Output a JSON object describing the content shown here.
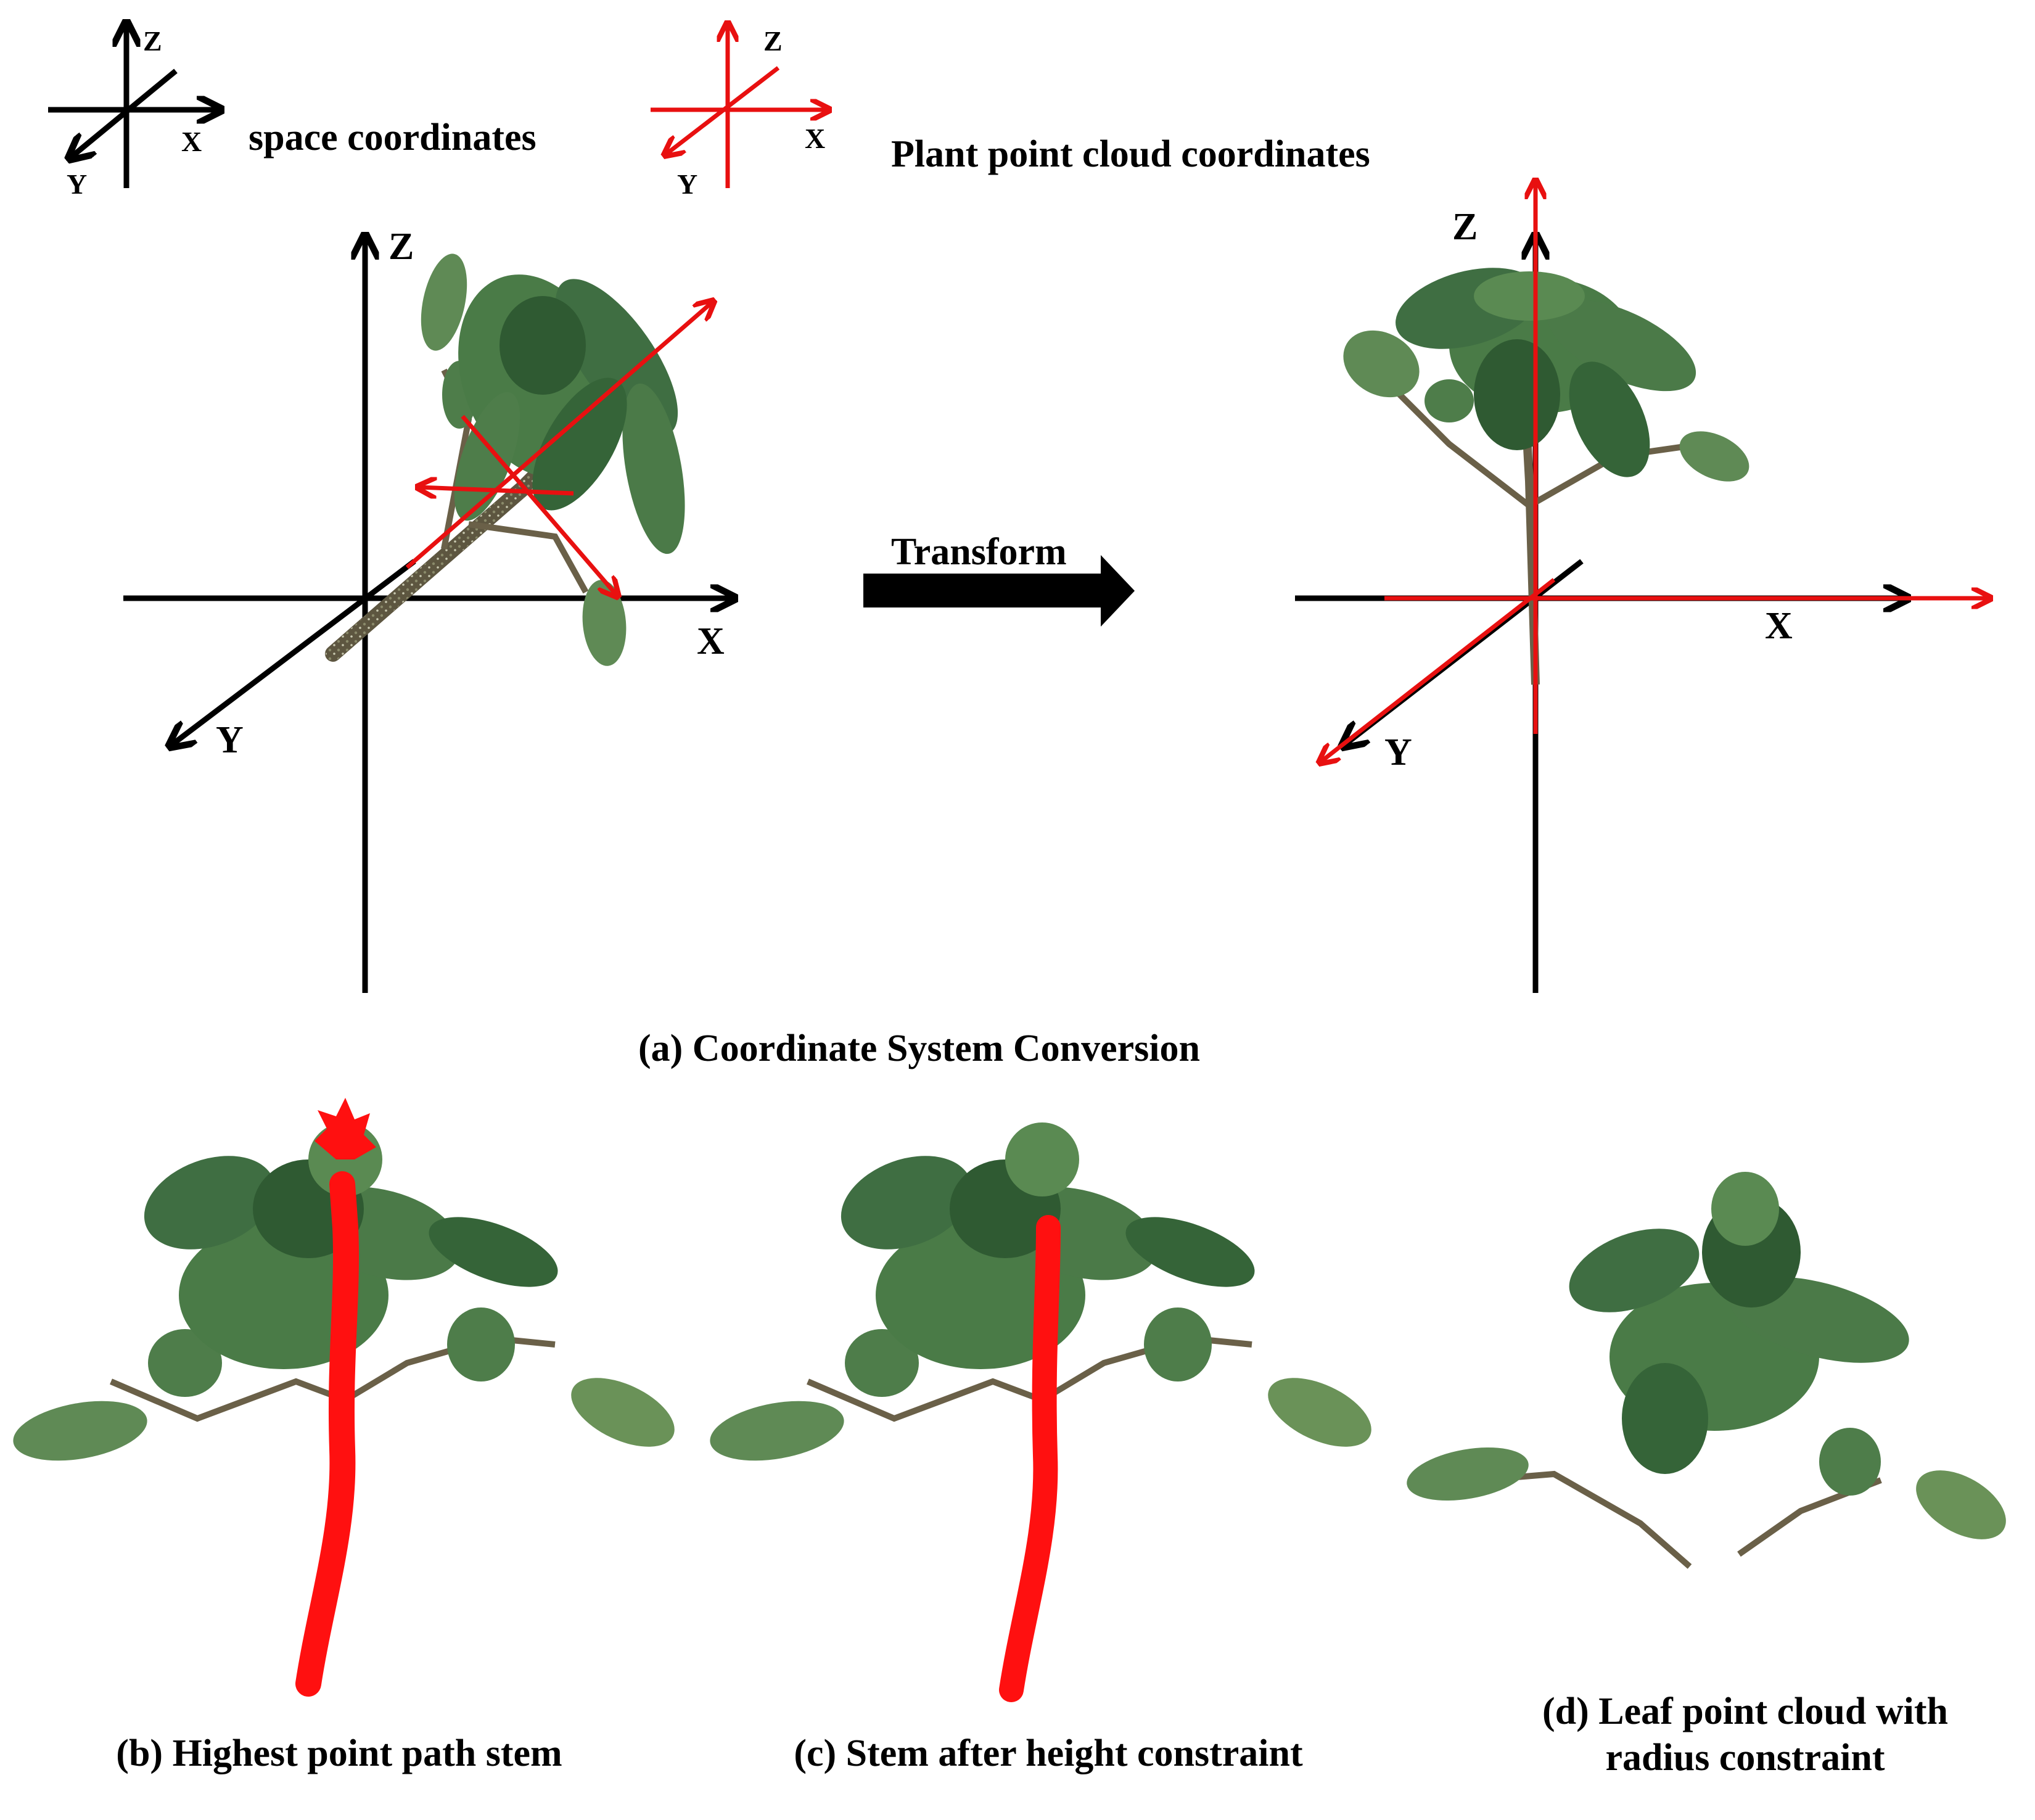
{
  "legend": {
    "space_label": "space coordinates",
    "plant_label": "Plant point cloud coordinates",
    "x": "X",
    "y": "Y",
    "z": "Z"
  },
  "panel_a": {
    "x": "X",
    "y": "Y",
    "z": "Z",
    "transform_label": "Transform",
    "caption": "(a) Coordinate System Conversion"
  },
  "panel_b": {
    "caption": "(b) Highest point path stem"
  },
  "panel_c": {
    "caption": "(c) Stem after height constraint"
  },
  "panel_d": {
    "caption_line1": "(d) Leaf point cloud with",
    "caption_line2": "radius constraint"
  },
  "colors": {
    "space_axes": "#000000",
    "plant_axes": "#e81010",
    "leaf": "#4e7d4a",
    "leaf_dark": "#2f5a32",
    "stem_path": "#ff1010",
    "branch": "#6a6048"
  }
}
